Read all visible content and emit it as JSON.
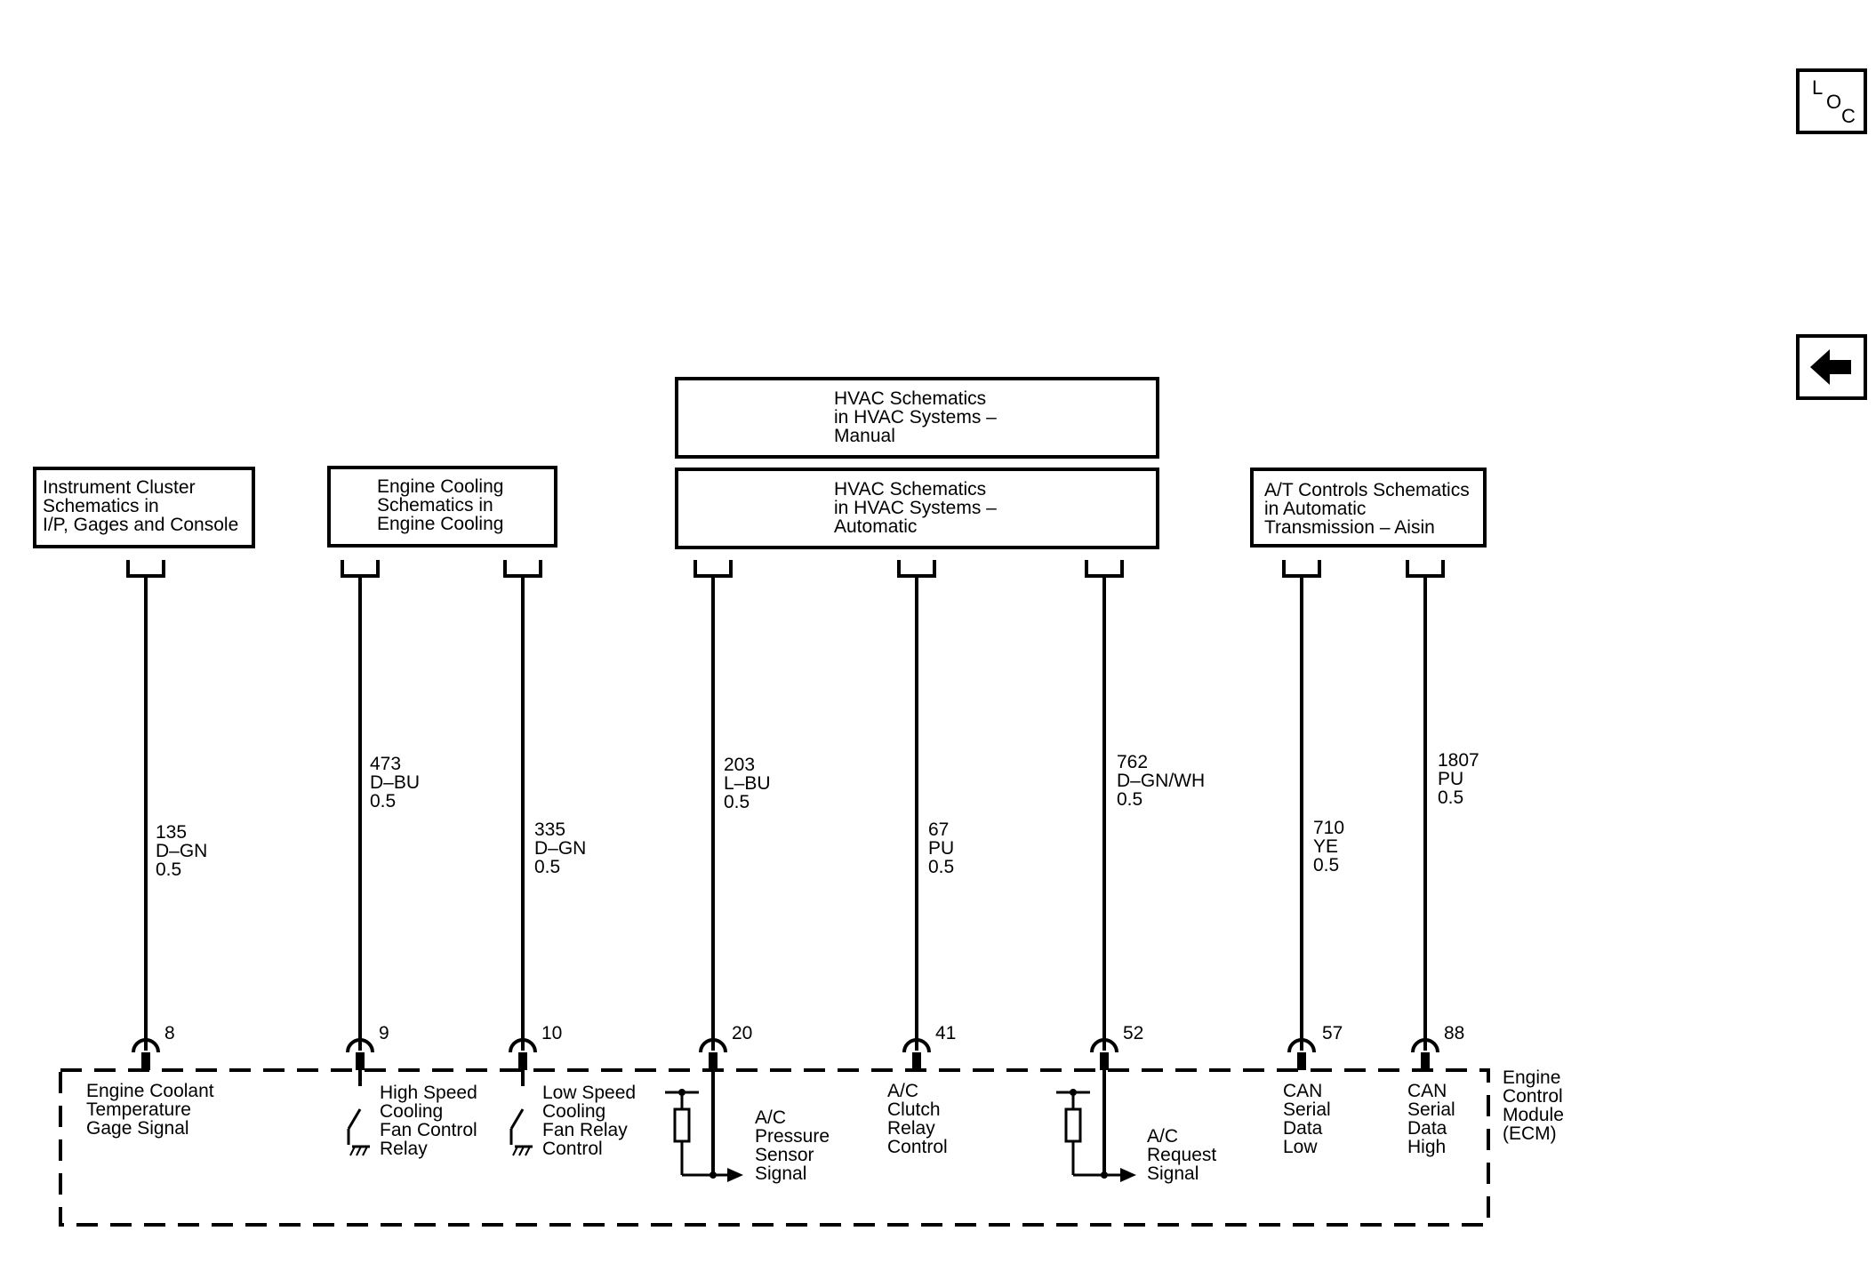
{
  "nav": {
    "loc_letters": [
      "L",
      "O",
      "C"
    ],
    "loc_icon": "loc-icon",
    "back_icon": "left-arrow-icon"
  },
  "boxes": {
    "instrument": [
      "Instrument Cluster",
      "Schematics in",
      "I/P, Gages and Console"
    ],
    "cooling": [
      "Engine Cooling",
      "Schematics in",
      "Engine Cooling"
    ],
    "hvac_manual": [
      "HVAC Schematics",
      "in HVAC Systems –",
      "Manual"
    ],
    "hvac_auto": [
      "HVAC Schematics",
      "in HVAC Systems –",
      "Automatic"
    ],
    "at": [
      "A/T Controls Schematics",
      "in Automatic",
      "Transmission – Aisin"
    ]
  },
  "circuits": [
    {
      "circuit": "135",
      "color": "D–GN",
      "gauge": "0.5",
      "pin": "8"
    },
    {
      "circuit": "473",
      "color": "D–BU",
      "gauge": "0.5",
      "pin": "9"
    },
    {
      "circuit": "335",
      "color": "D–GN",
      "gauge": "0.5",
      "pin": "10"
    },
    {
      "circuit": "203",
      "color": "L–BU",
      "gauge": "0.5",
      "pin": "20"
    },
    {
      "circuit": "67",
      "color": "PU",
      "gauge": "0.5",
      "pin": "41"
    },
    {
      "circuit": "762",
      "color": "D–GN/WH",
      "gauge": "0.5",
      "pin": "52"
    },
    {
      "circuit": "710",
      "color": "YE",
      "gauge": "0.5",
      "pin": "57"
    },
    {
      "circuit": "1807",
      "color": "PU",
      "gauge": "0.5",
      "pin": "88"
    }
  ],
  "ecm": {
    "name": [
      "Engine",
      "Control",
      "Module",
      "(ECM)"
    ],
    "functions": [
      [
        "Engine Coolant",
        "Temperature",
        "Gage Signal"
      ],
      [
        "High Speed",
        "Cooling",
        "Fan Control",
        "Relay"
      ],
      [
        "Low Speed",
        "Cooling",
        "Fan Relay",
        "Control"
      ],
      [
        "A/C",
        "Pressure",
        "Sensor",
        "Signal"
      ],
      [
        "A/C",
        "Clutch",
        "Relay",
        "Control"
      ],
      [
        "A/C",
        "Request",
        "Signal"
      ],
      [
        "CAN",
        "Serial",
        "Data",
        "Low"
      ],
      [
        "CAN",
        "Serial",
        "Data",
        "High"
      ]
    ]
  }
}
